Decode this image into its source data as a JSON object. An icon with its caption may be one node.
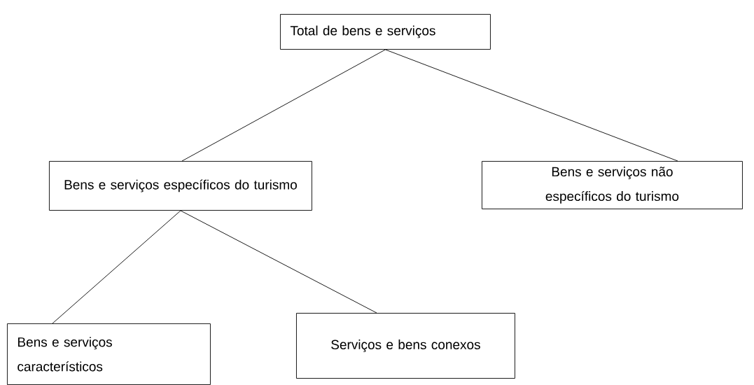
{
  "diagram": {
    "nodes": [
      {
        "text": [
          "Total de bens e serviços"
        ]
      },
      {
        "text": [
          "Bens e serviços específicos do turismo"
        ]
      },
      {
        "text": [
          "Bens e serviços não específicos do turismo"
        ]
      },
      {
        "text": [
          "Bens e serviços característicos"
        ]
      },
      {
        "text": [
          "Serviços e bens conexos"
        ]
      }
    ],
    "edges": [
      {
        "from": 0,
        "to": 1,
        "arrow": "none"
      },
      {
        "from": 0,
        "to": 2,
        "arrow": "none"
      },
      {
        "from": 1,
        "to": 3,
        "arrow": "none"
      },
      {
        "from": 1,
        "to": 4,
        "arrow": "none"
      }
    ]
  }
}
